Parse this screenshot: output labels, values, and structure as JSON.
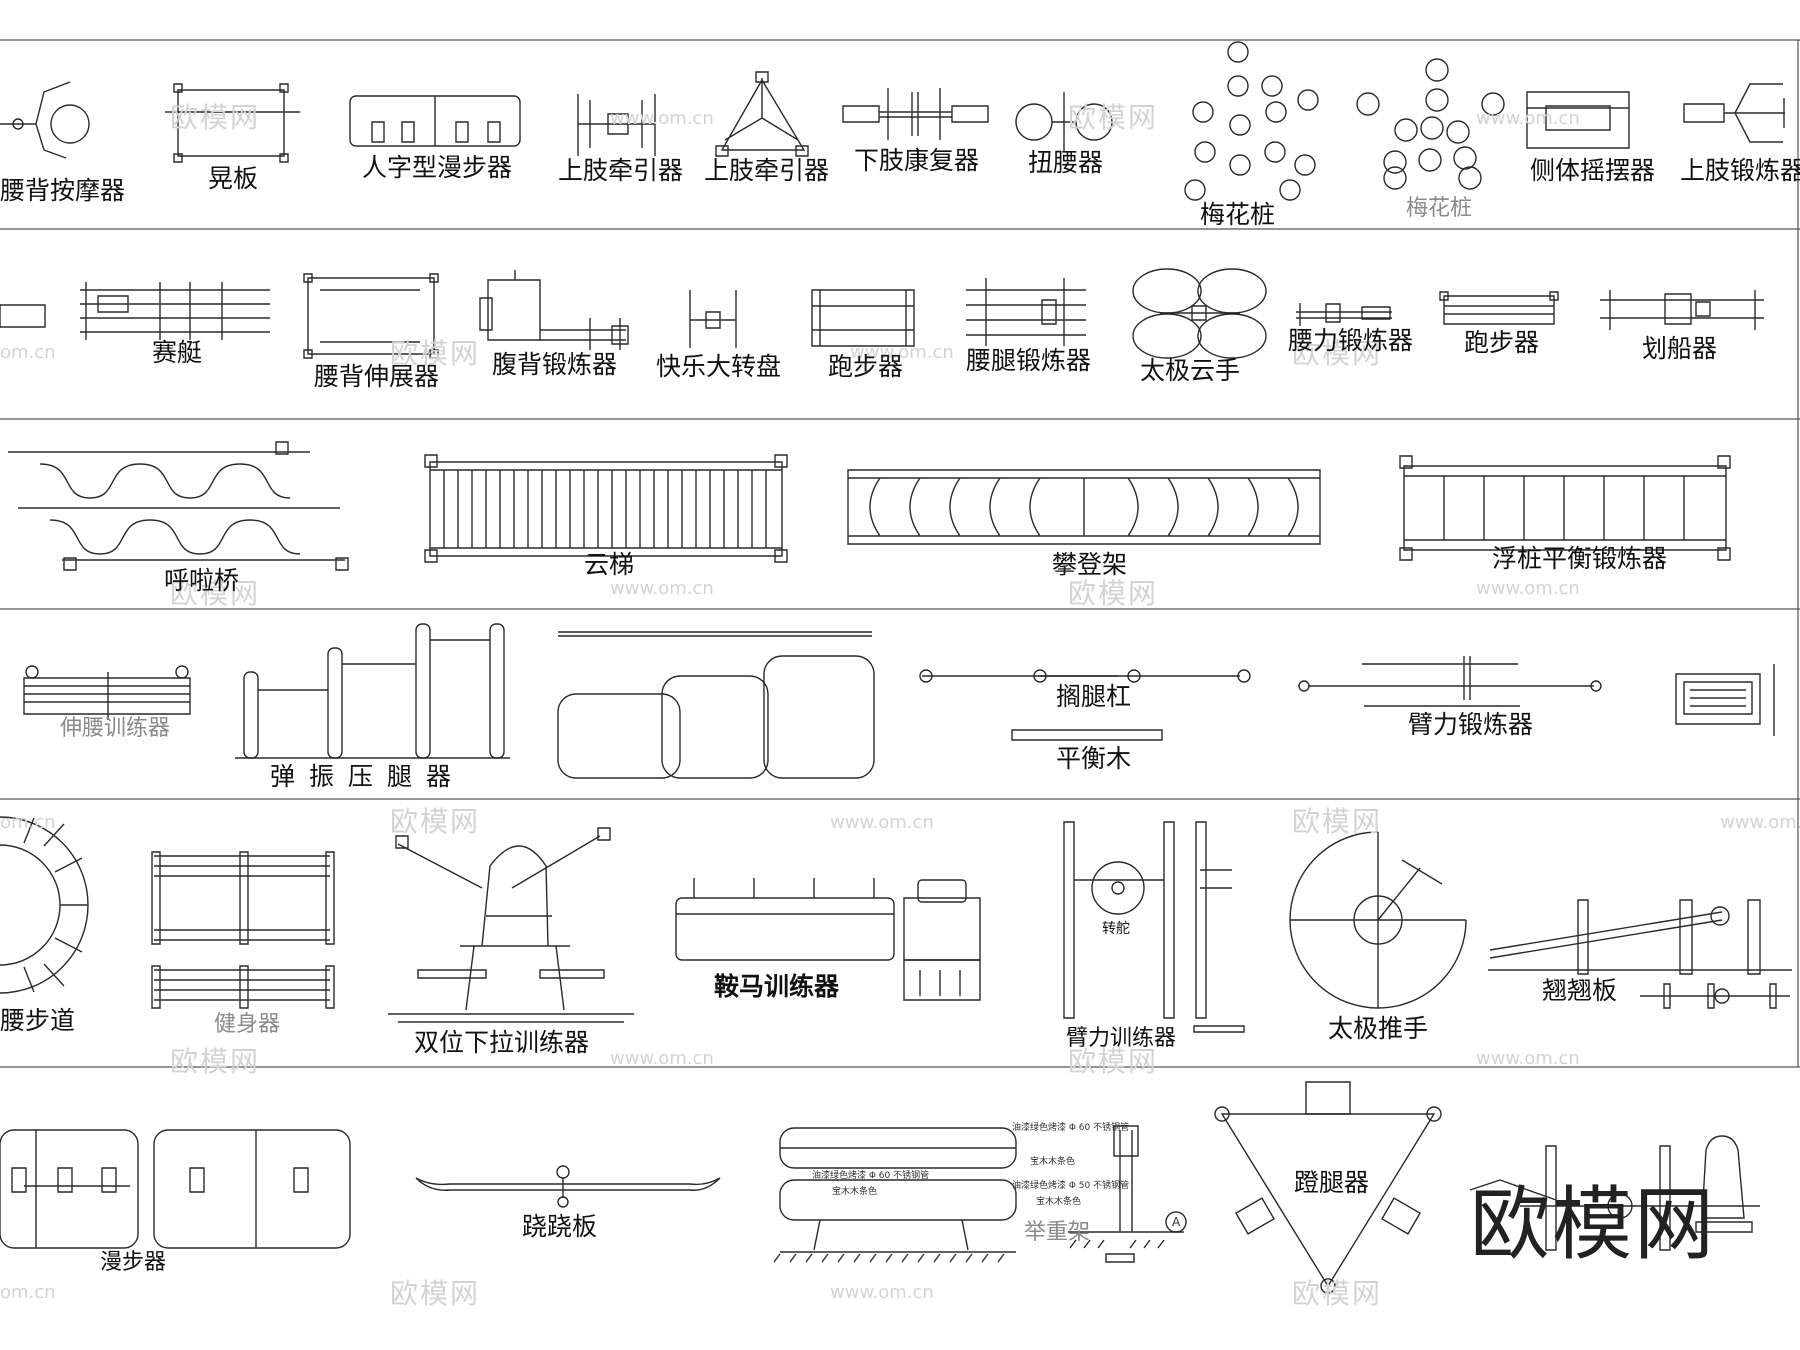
{
  "labels": {
    "r1": [
      "腰背按摩器",
      "晃板",
      "人字型漫步器",
      "上肢牵引器",
      "上肢牵引器",
      "下肢康复器",
      "扭腰器",
      "梅花桩",
      "梅花桩",
      "侧体摇摆器",
      "上肢锻炼器"
    ],
    "r2": [
      "赛艇",
      "腰背伸展器",
      "腹背锻炼器",
      "快乐大转盘",
      "跑步器",
      "腰腿锻炼器",
      "太极云手",
      "腰力锻炼器",
      "跑步器",
      "划船器"
    ],
    "r3": [
      "呼啦桥",
      "云梯",
      "攀登架",
      "浮桩平衡锻炼器"
    ],
    "r4": [
      "伸腰训练器",
      "弹振压腿器",
      "搁腿杠",
      "平衡木",
      "臂力锻炼器"
    ],
    "r5": [
      "腰步道",
      "健身器",
      "双位下拉训练器",
      "鞍马训练器",
      "转舵",
      "臂力训练器",
      "太极推手",
      "翘翘板"
    ],
    "r6": [
      "漫步器",
      "跷跷板",
      "举重架",
      "蹬腿器"
    ]
  },
  "annotations": {
    "a1": "油漆绿色烤漆 Φ 60  不锈钢管",
    "a2": "宝木木条色",
    "a3": "油漆绿色烤漆 Φ 60  不锈钢管",
    "a4": "宝木木条色",
    "a5": "油漆绿色烤漆 Φ 50  不锈钢管",
    "a6": "宝木木条色",
    "section": "A"
  },
  "watermark": {
    "brand": "欧模网",
    "url": "www.om.cn",
    "url_short": "om.cn"
  },
  "logo": "欧模网",
  "colors": {
    "line": "#2a2a2a",
    "divider": "#555555",
    "watermark": "#d3d3d3"
  }
}
